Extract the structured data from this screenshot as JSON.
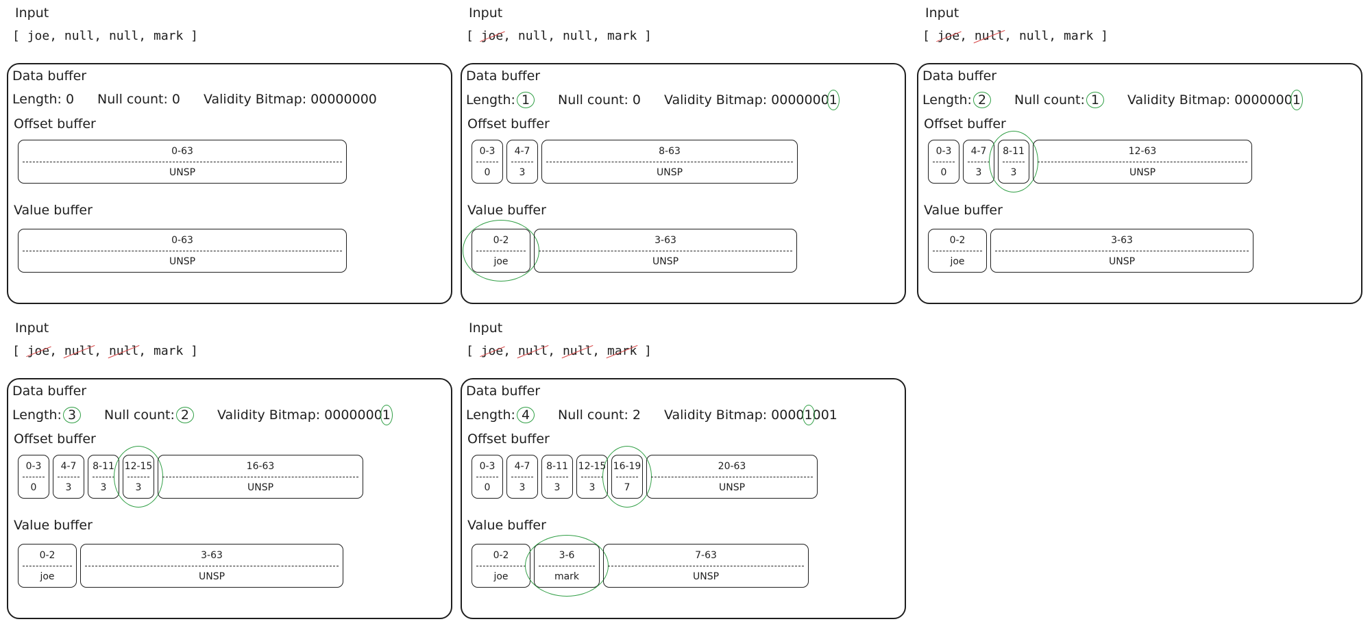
{
  "colors": {
    "stroke": "#1e1e1e",
    "highlight": "#2f9e44",
    "strike": "#d64545"
  },
  "labels": {
    "input": "Input",
    "data_buffer": "Data buffer",
    "length": "Length:",
    "null_count": "Null count:",
    "validity_bitmap": "Validity Bitmap:",
    "offset_buffer": "Offset buffer",
    "value_buffer": "Value buffer"
  },
  "panels": [
    {
      "input_tokens": [
        "joe",
        "null",
        "null",
        "mark"
      ],
      "struck": [
        false,
        false,
        false,
        false
      ],
      "length": "0",
      "length_hl": false,
      "null_count": "0",
      "null_hl": false,
      "bitmap": "00000000",
      "bitmap_hl": null,
      "offsets": [
        {
          "range": "0-63",
          "value": "UNSP",
          "w": 480,
          "hl": false
        }
      ],
      "values": [
        {
          "range": "0-63",
          "value": "UNSP",
          "w": 480,
          "hl": false
        }
      ]
    },
    {
      "input_tokens": [
        "joe",
        "null",
        "null",
        "mark"
      ],
      "struck": [
        true,
        false,
        false,
        false
      ],
      "length": "1",
      "length_hl": true,
      "null_count": "0",
      "null_hl": false,
      "bitmap": "00000001",
      "bitmap_hl": 7,
      "offsets": [
        {
          "range": "0-3",
          "value": "0",
          "w": 46,
          "hl": false
        },
        {
          "range": "4-7",
          "value": "3",
          "w": 46,
          "hl": false
        },
        {
          "range": "8-63",
          "value": "UNSP",
          "w": 374,
          "hl": false
        }
      ],
      "values": [
        {
          "range": "0-2",
          "value": "joe",
          "w": 86,
          "hl": true
        },
        {
          "range": "3-63",
          "value": "UNSP",
          "w": 384,
          "hl": false
        }
      ]
    },
    {
      "input_tokens": [
        "joe",
        "null",
        "null",
        "mark"
      ],
      "struck": [
        true,
        true,
        false,
        false
      ],
      "length": "2",
      "length_hl": true,
      "null_count": "1",
      "null_hl": true,
      "bitmap": "00000001",
      "bitmap_hl": 7,
      "offsets": [
        {
          "range": "0-3",
          "value": "0",
          "w": 46,
          "hl": false
        },
        {
          "range": "4-7",
          "value": "3",
          "w": 46,
          "hl": false
        },
        {
          "range": "8-11",
          "value": "3",
          "w": 46,
          "hl": true
        },
        {
          "range": "12-63",
          "value": "UNSP",
          "w": 320,
          "hl": false
        }
      ],
      "values": [
        {
          "range": "0-2",
          "value": "joe",
          "w": 86,
          "hl": false
        },
        {
          "range": "3-63",
          "value": "UNSP",
          "w": 384,
          "hl": false
        }
      ]
    },
    {
      "input_tokens": [
        "joe",
        "null",
        "null",
        "mark"
      ],
      "struck": [
        true,
        true,
        true,
        false
      ],
      "length": "3",
      "length_hl": true,
      "null_count": "2",
      "null_hl": true,
      "bitmap": "00000001",
      "bitmap_hl": 7,
      "offsets": [
        {
          "range": "0-3",
          "value": "0",
          "w": 46,
          "hl": false
        },
        {
          "range": "4-7",
          "value": "3",
          "w": 46,
          "hl": false
        },
        {
          "range": "8-11",
          "value": "3",
          "w": 46,
          "hl": false
        },
        {
          "range": "12-15",
          "value": "3",
          "w": 46,
          "hl": true
        },
        {
          "range": "16-63",
          "value": "UNSP",
          "w": 300,
          "hl": false
        }
      ],
      "values": [
        {
          "range": "0-2",
          "value": "joe",
          "w": 86,
          "hl": false
        },
        {
          "range": "3-63",
          "value": "UNSP",
          "w": 384,
          "hl": false
        }
      ]
    },
    {
      "input_tokens": [
        "joe",
        "null",
        "null",
        "mark"
      ],
      "struck": [
        true,
        true,
        true,
        true
      ],
      "length": "4",
      "length_hl": true,
      "null_count": "2",
      "null_hl": false,
      "bitmap": "00001001",
      "bitmap_hl": 4,
      "offsets": [
        {
          "range": "0-3",
          "value": "0",
          "w": 46,
          "hl": false
        },
        {
          "range": "4-7",
          "value": "3",
          "w": 46,
          "hl": false
        },
        {
          "range": "8-11",
          "value": "3",
          "w": 46,
          "hl": false
        },
        {
          "range": "12-15",
          "value": "3",
          "w": 46,
          "hl": false
        },
        {
          "range": "16-19",
          "value": "7",
          "w": 46,
          "hl": true
        },
        {
          "range": "20-63",
          "value": "UNSP",
          "w": 250,
          "hl": false
        }
      ],
      "values": [
        {
          "range": "0-2",
          "value": "joe",
          "w": 86,
          "hl": false
        },
        {
          "range": "3-6",
          "value": "mark",
          "w": 96,
          "hl": true
        },
        {
          "range": "7-63",
          "value": "UNSP",
          "w": 300,
          "hl": false
        }
      ]
    }
  ]
}
